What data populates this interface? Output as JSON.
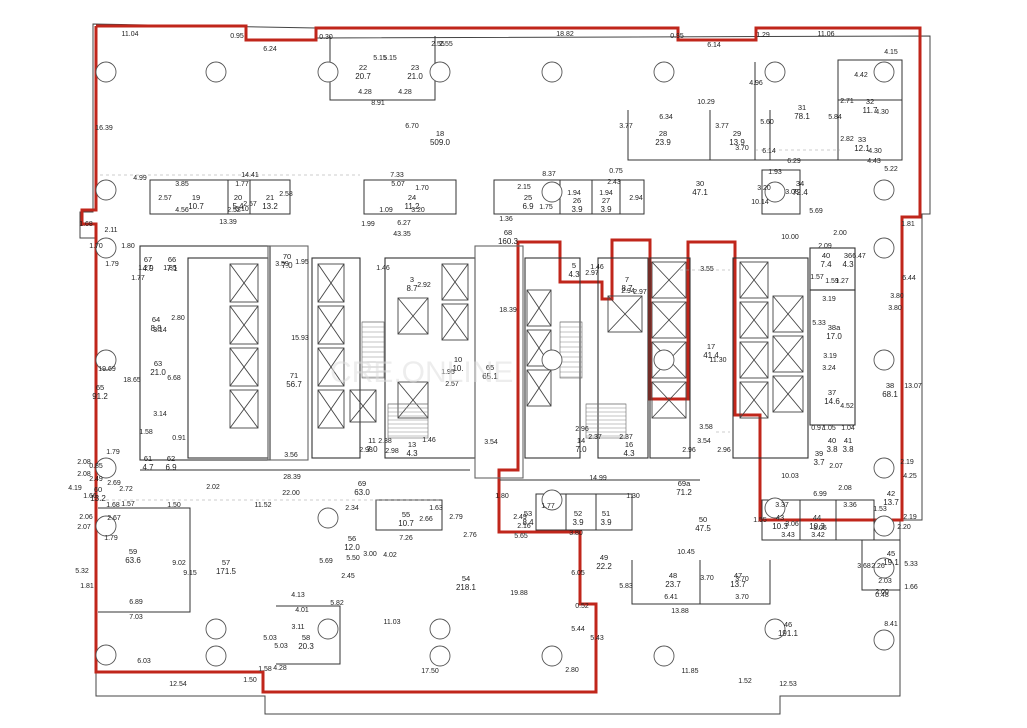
{
  "colors": {
    "boundary": "#c0261b",
    "wall": "#333333",
    "thin": "#777777",
    "column_fill": "#ffffff"
  },
  "watermark": "CRE.ONLINE",
  "rooms": [
    {
      "key": "r22",
      "id": "22",
      "area": "20.7"
    },
    {
      "key": "r23",
      "id": "23",
      "area": "21.0"
    },
    {
      "key": "r18",
      "id": "18",
      "area": "509.0"
    },
    {
      "key": "r19",
      "id": "19",
      "area": "10.7"
    },
    {
      "key": "r20",
      "id": "20",
      "area": "5.4"
    },
    {
      "key": "r21",
      "id": "21",
      "area": "13.2"
    },
    {
      "key": "r24",
      "id": "24",
      "area": "11.2"
    },
    {
      "key": "r25",
      "id": "25",
      "area": "6.9"
    },
    {
      "key": "r26",
      "id": "26",
      "area": "3.9"
    },
    {
      "key": "r27",
      "id": "27",
      "area": "3.9"
    },
    {
      "key": "r28",
      "id": "28",
      "area": "23.9"
    },
    {
      "key": "r29",
      "id": "29",
      "area": "13.9"
    },
    {
      "key": "r30",
      "id": "30",
      "area": "47.1"
    },
    {
      "key": "r31",
      "id": "31",
      "area": "78.1"
    },
    {
      "key": "r32",
      "id": "32",
      "area": "11.7"
    },
    {
      "key": "r33",
      "id": "33",
      "area": "12.1"
    },
    {
      "key": "r34",
      "id": "34",
      "area": "72.4"
    },
    {
      "key": "r66",
      "id": "66",
      "area": "7.1"
    },
    {
      "key": "r67",
      "id": "67",
      "area": "4.9"
    },
    {
      "key": "r70",
      "id": "70",
      "area": "7.0"
    },
    {
      "key": "r68",
      "id": "68",
      "area": "160.3"
    },
    {
      "key": "r3",
      "id": "3",
      "area": "8.7"
    },
    {
      "key": "r5",
      "id": "5",
      "area": "4.3"
    },
    {
      "key": "r7",
      "id": "7",
      "area": "8.7"
    },
    {
      "key": "r36",
      "id": "36",
      "area": "4.3"
    },
    {
      "key": "r40a",
      "id": "40",
      "area": "7.4"
    },
    {
      "key": "r64",
      "id": "64",
      "area": "8.8"
    },
    {
      "key": "r63",
      "id": "63",
      "area": "21.0"
    },
    {
      "key": "r65",
      "id": "65",
      "area": "91.2"
    },
    {
      "key": "r71",
      "id": "71",
      "area": "56.7"
    },
    {
      "key": "r10",
      "id": "10",
      "area": "10."
    },
    {
      "key": "r65b",
      "id": "65",
      "area": "65.1"
    },
    {
      "key": "r17",
      "id": "17",
      "area": "41.4"
    },
    {
      "key": "r38a",
      "id": "38a",
      "area": "17.0"
    },
    {
      "key": "r37",
      "id": "37",
      "area": "14.6"
    },
    {
      "key": "r38",
      "id": "38",
      "area": "68.1"
    },
    {
      "key": "r11",
      "id": "11",
      "area": "7.0"
    },
    {
      "key": "r13",
      "id": "13",
      "area": "4.3"
    },
    {
      "key": "r14",
      "id": "14",
      "area": "7.0"
    },
    {
      "key": "r16",
      "id": "16",
      "area": "4.3"
    },
    {
      "key": "r40",
      "id": "40",
      "area": "3.8"
    },
    {
      "key": "r41",
      "id": "41",
      "area": "3.8"
    },
    {
      "key": "r39",
      "id": "39",
      "area": "3.7"
    },
    {
      "key": "r61",
      "id": "61",
      "area": "4.7"
    },
    {
      "key": "r62",
      "id": "62",
      "area": "6.9"
    },
    {
      "key": "r60",
      "id": "60",
      "area": "13.2"
    },
    {
      "key": "r69",
      "id": "69",
      "area": "63.0"
    },
    {
      "key": "r69a",
      "id": "69a",
      "area": "71.2"
    },
    {
      "key": "r42",
      "id": "42",
      "area": "13.7"
    },
    {
      "key": "r59",
      "id": "59",
      "area": "63.6"
    },
    {
      "key": "r57",
      "id": "57",
      "area": "171.5"
    },
    {
      "key": "r55",
      "id": "55",
      "area": "10.7"
    },
    {
      "key": "r56",
      "id": "56",
      "area": "12.0"
    },
    {
      "key": "r53",
      "id": "53",
      "area": "8.4"
    },
    {
      "key": "r52",
      "id": "52",
      "area": "3.9"
    },
    {
      "key": "r51",
      "id": "51",
      "area": "3.9"
    },
    {
      "key": "r50",
      "id": "50",
      "area": "47.5"
    },
    {
      "key": "r43",
      "id": "43",
      "area": "10.3"
    },
    {
      "key": "r44",
      "id": "44",
      "area": "10.3"
    },
    {
      "key": "r45",
      "id": "45",
      "area": "19.1"
    },
    {
      "key": "r49",
      "id": "49",
      "area": "22.2"
    },
    {
      "key": "r48",
      "id": "48",
      "area": "23.7"
    },
    {
      "key": "r47",
      "id": "47",
      "area": "13.7"
    },
    {
      "key": "r54",
      "id": "54",
      "area": "218.1"
    },
    {
      "key": "r58",
      "id": "58",
      "area": "20.3"
    },
    {
      "key": "r46",
      "id": "46",
      "area": "191.1"
    }
  ],
  "dims": [
    "11.04",
    "6.24",
    "0.95",
    "0.30",
    "18.82",
    "0.95",
    "6.14",
    "1.29",
    "11.06",
    "4.15",
    "5.15",
    "5.15",
    "2.55",
    "2.55",
    "4.28",
    "4.28",
    "8.91",
    "4.42",
    "2.71",
    "4.30",
    "2.82",
    "4.30",
    "4.43",
    "5.22",
    "10.29",
    "6.34",
    "3.77",
    "3.77",
    "3.70",
    "5.60",
    "5.84",
    "6.14",
    "6.29",
    "4.96",
    "16.39",
    "6.70",
    "14.41",
    "3.85",
    "1.77",
    "2.57",
    "4.56",
    "2.52",
    "2.57",
    "5.10",
    "2.58",
    "13.39",
    "7.33",
    "5.07",
    "1.70",
    "6.27",
    "3.20",
    "1.09",
    "8.37",
    "2.15",
    "1.94",
    "1.94",
    "1.75",
    "2.43",
    "2.94",
    "0.75",
    "1.93",
    "3.08",
    "5.69",
    "3.20",
    "10.14",
    "4.99",
    "1.68",
    "2.11",
    "1.70",
    "1.80",
    "1.79",
    "1.99",
    "43.35",
    "1.36",
    "10.00",
    "2.09",
    "1.57",
    "1.27",
    "1.85",
    "1.77",
    "2.00",
    "6.47",
    "1.81",
    "6.44",
    "3.80",
    "3.80",
    "1.59",
    "1.27",
    "15.93",
    "3.59",
    "1.95",
    "1.46",
    "2.92",
    "2.97",
    "2.94",
    "3.55",
    "1.46",
    "2.97",
    "18.39",
    "3.19",
    "5.33",
    "18.65",
    "2.80",
    "6.68",
    "3.14",
    "3.14",
    "19.69",
    "1.95",
    "2.57",
    "3.19",
    "3.24",
    "4.52",
    "13.07",
    "11.30",
    "3.58",
    "3.54",
    "2.96",
    "2.37",
    "2.37",
    "2.96",
    "2.96",
    "2.98",
    "2.98",
    "2.38",
    "1.46",
    "3.54",
    "3.56",
    "1.58",
    "0.97",
    "0.91",
    "1.05",
    "1.04",
    "2.07",
    "2.08",
    "1.79",
    "2.08",
    "2.08",
    "0.85",
    "4.19",
    "2.49",
    "1.66",
    "2.69",
    "2.72",
    "1.57",
    "28.39",
    "14.99",
    "10.03",
    "6.99",
    "2.19",
    "4.25",
    "1.53",
    "2.19",
    "2.02",
    "22.00",
    "11.52",
    "1.50",
    "2.34",
    "1.63",
    "2.66",
    "2.79",
    "1.68",
    "2.67",
    "1.80",
    "2.49",
    "1.77",
    "1.30",
    "3.37",
    "3.36",
    "1.55",
    "3.06",
    "3.06",
    "3.43",
    "3.42",
    "2.20",
    "2.06",
    "2.07",
    "1.79",
    "9.02",
    "9.15",
    "5.69",
    "3.00",
    "5.50",
    "2.45",
    "4.02",
    "7.26",
    "2.76",
    "2.16",
    "5.65",
    "3.80",
    "6.05",
    "10.45",
    "3.70",
    "3.70",
    "3.68",
    "2.26",
    "2.03",
    "0.48",
    "1.66",
    "5.33",
    "5.32",
    "1.81",
    "6.89",
    "7.03",
    "4.13",
    "4.01",
    "5.82",
    "3.11",
    "11.03",
    "19.88",
    "5.83",
    "6.41",
    "3.70",
    "13.88",
    "2.00",
    "0.52",
    "5.44",
    "5.43",
    "8.41",
    "6.03",
    "5.03",
    "5.03",
    "1.58",
    "4.28",
    "17.50",
    "2.80",
    "11.85",
    "1.52",
    "12.53",
    "12.54",
    "1.50"
  ]
}
